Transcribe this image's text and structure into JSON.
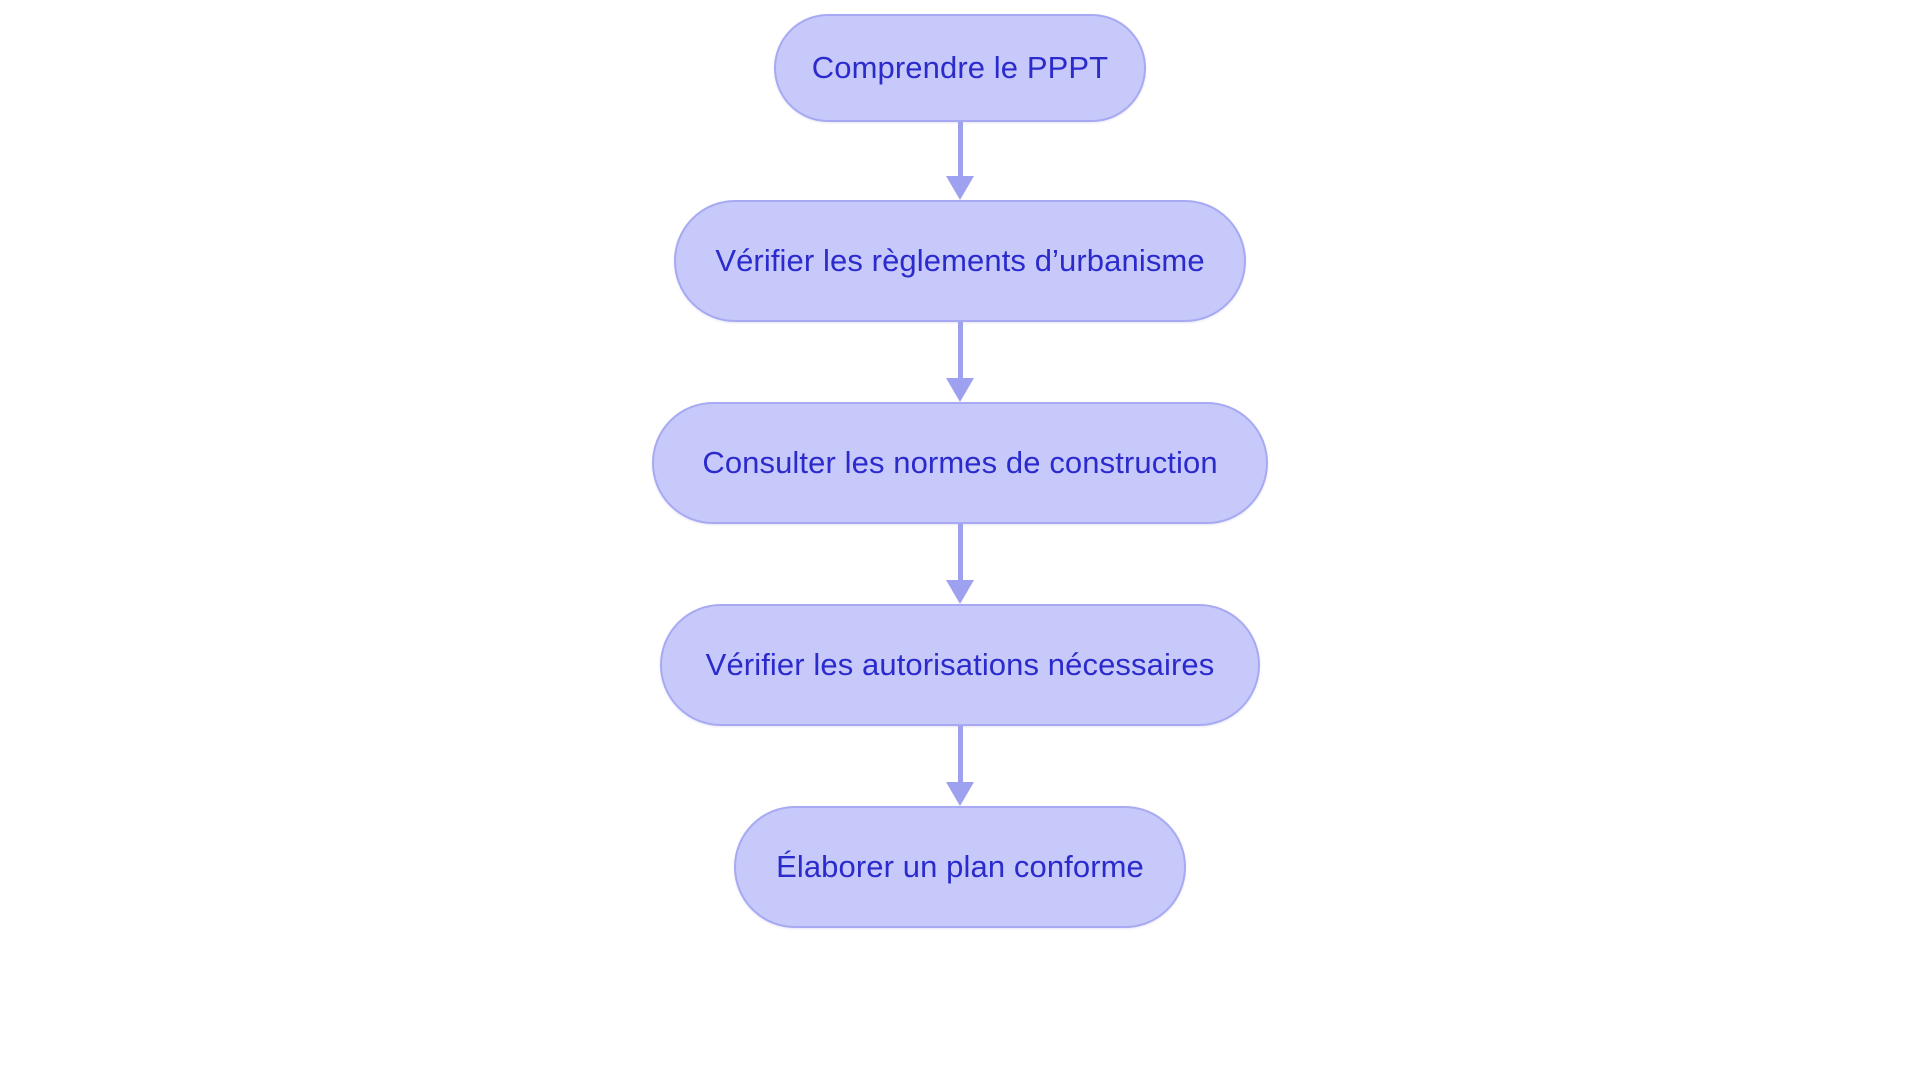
{
  "diagram": {
    "type": "flowchart",
    "orientation": "vertical-top-to-bottom",
    "background_color": "#ffffff",
    "node_fill_color": "#c7c9fa",
    "node_border_color": "#a7aaf2",
    "node_text_color": "#2b2bcc",
    "connector_color": "#9ea1ef",
    "nodes": [
      {
        "id": "n0",
        "label": "Comprendre le PPPT"
      },
      {
        "id": "n1",
        "label": "Vérifier les règlements d’urbanisme"
      },
      {
        "id": "n2",
        "label": "Consulter les normes de construction"
      },
      {
        "id": "n3",
        "label": "Vérifier les autorisations nécessaires"
      },
      {
        "id": "n4",
        "label": "Élaborer un plan conforme"
      }
    ],
    "edges": [
      {
        "from": "n0",
        "to": "n1",
        "arrow": "down"
      },
      {
        "from": "n1",
        "to": "n2",
        "arrow": "down"
      },
      {
        "from": "n2",
        "to": "n3",
        "arrow": "down"
      },
      {
        "from": "n3",
        "to": "n4",
        "arrow": "down"
      }
    ]
  }
}
